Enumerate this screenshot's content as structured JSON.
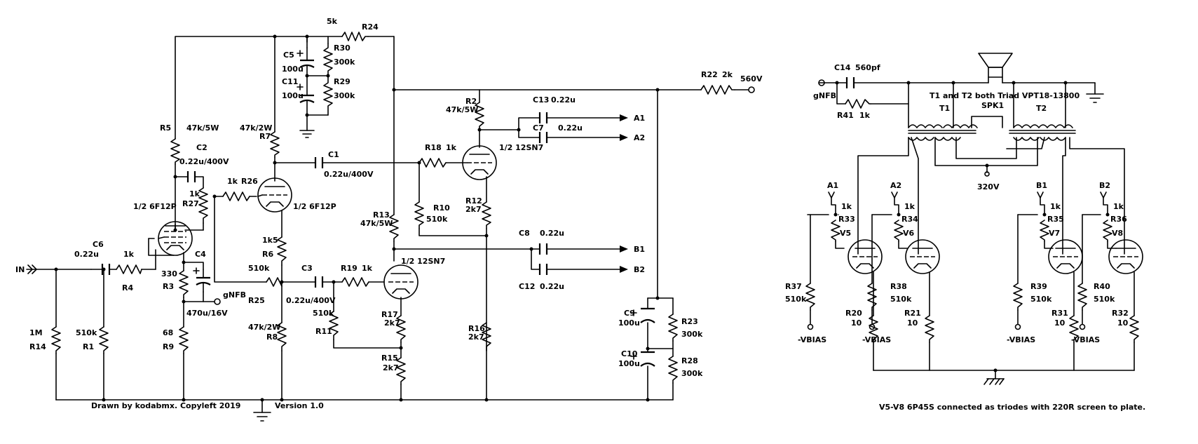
{
  "labels": {
    "R24_val": "5k",
    "R24": "R24",
    "C5": "C5",
    "C5_val": "100u",
    "R30": "R30",
    "R30_val": "300k",
    "C11": "C11",
    "C11_val": "100u",
    "R29": "R29",
    "R29_val": "300k",
    "R22": "R22",
    "R22_val": "2k",
    "B_plus": "560V",
    "R2": "R2",
    "R2_val": "47k/5W",
    "C13": "C13",
    "C13_val": "0.22u",
    "C7": "C7",
    "C7_val": "0.22u",
    "A1_out": "A1",
    "A2_out": "A2",
    "R5": "R5",
    "R5_val": "47k/5W",
    "R7_val": "47k/2W",
    "R7": "R7",
    "C2": "C2",
    "C2_val": "0.22u/400V",
    "C1": "C1",
    "C1_val": "0.22u/400V",
    "R18": "R18",
    "R18_val": "1k",
    "V_12SN7_top": "1/2 12SN7",
    "R26_val": "1k",
    "R26": "R26",
    "R27_val": "1k",
    "R27": "R27",
    "V_6F12P_left": "1/2 6F12P",
    "V_6F12P_mid": "1/2 6F12P",
    "R10": "R10",
    "R10_val": "510k",
    "R12": "R12",
    "R12_val": "2k7",
    "R13": "R13",
    "R13_val": "47k/5W",
    "C8": "C8",
    "C8_val": "0.22u",
    "B1_out": "B1",
    "B2_out": "B2",
    "C12": "C12",
    "C12_val": "0.22u",
    "V_12SN7_bot": "1/2 12SN7",
    "IN": "IN",
    "C6": "C6",
    "C6_val": "0.22u",
    "R4_val": "1k",
    "R4": "R4",
    "C4": "C4",
    "R6_val": "1k5",
    "R6": "R6",
    "R25_val": "510k",
    "R25": "R25",
    "C3": "C3",
    "C3_val": "0.22u/400V",
    "R19": "R19",
    "R19_val": "1k",
    "R3_val": "330",
    "R3": "R3",
    "gNFB_left": "gNFB",
    "C4_val": "470u/16V",
    "R11_val": "510k",
    "R11": "R11",
    "R17": "R17",
    "R17_val": "2k7",
    "C9": "C9",
    "C9_val": "100u",
    "R23": "R23",
    "R23_val": "300k",
    "R16": "R16",
    "R16_val": "2k7",
    "R8_val": "47k/2W",
    "R8": "R8",
    "R14_val": "1M",
    "R14": "R14",
    "R1_val": "510k",
    "R1": "R1",
    "R9_val": "68",
    "R9": "R9",
    "R15": "R15",
    "R15_val": "2k7",
    "C10": "C10",
    "C10_val": "100u",
    "R28": "R28",
    "R28_val": "300k",
    "credit": "Drawn by kodabmx. Copyleft 2019",
    "version": "Version 1.0",
    "C14": "C14",
    "C14_val": "560pf",
    "gNFB_right": "gNFB",
    "R41": "R41",
    "R41_val": "1k",
    "trafo_note": "T1 and T2 both Triad VPT18-13800",
    "T1": "T1",
    "T2": "T2",
    "SPK1": "SPK1",
    "V320": "320V",
    "A1_in": "A1",
    "A2_in": "A2",
    "B1_in": "B1",
    "B2_in": "B2",
    "R33_val": "1k",
    "R33": "R33",
    "V5": "V5",
    "R34_val": "1k",
    "R34": "R34",
    "V6": "V6",
    "R35_val": "1k",
    "R35": "R35",
    "V7": "V7",
    "R36_val": "1k",
    "R36": "R36",
    "V8": "V8",
    "R37": "R37",
    "R37_val": "510k",
    "R38": "R38",
    "R38_val": "510k",
    "R39": "R39",
    "R39_val": "510k",
    "R40": "R40",
    "R40_val": "510k",
    "R20": "R20",
    "R20_val": "10",
    "R21": "R21",
    "R21_val": "10",
    "R31": "R31",
    "R31_val": "10",
    "R32": "R32",
    "R32_val": "10",
    "vbias1": "-VBIAS",
    "vbias2": "-VBIAS",
    "vbias3": "-VBIAS",
    "vbias4": "-VBIAS",
    "footnote": "V5-V8 6P45S connected as triodes with 220R screen to plate."
  }
}
